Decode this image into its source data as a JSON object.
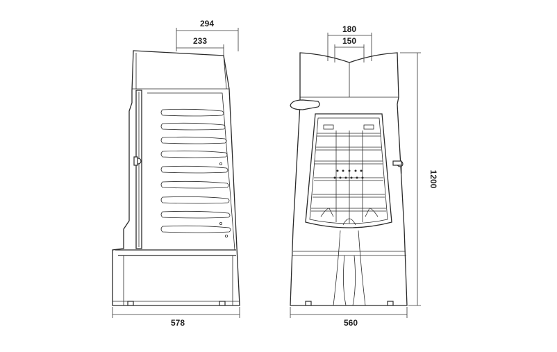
{
  "dimensions": {
    "side_top_outer": "294",
    "side_top_inner": "233",
    "side_width": "578",
    "front_top_outer": "180",
    "front_top_inner": "150",
    "front_width": "560",
    "height": "1200"
  },
  "colors": {
    "line": "#2a2a2a",
    "background": "#ffffff"
  }
}
